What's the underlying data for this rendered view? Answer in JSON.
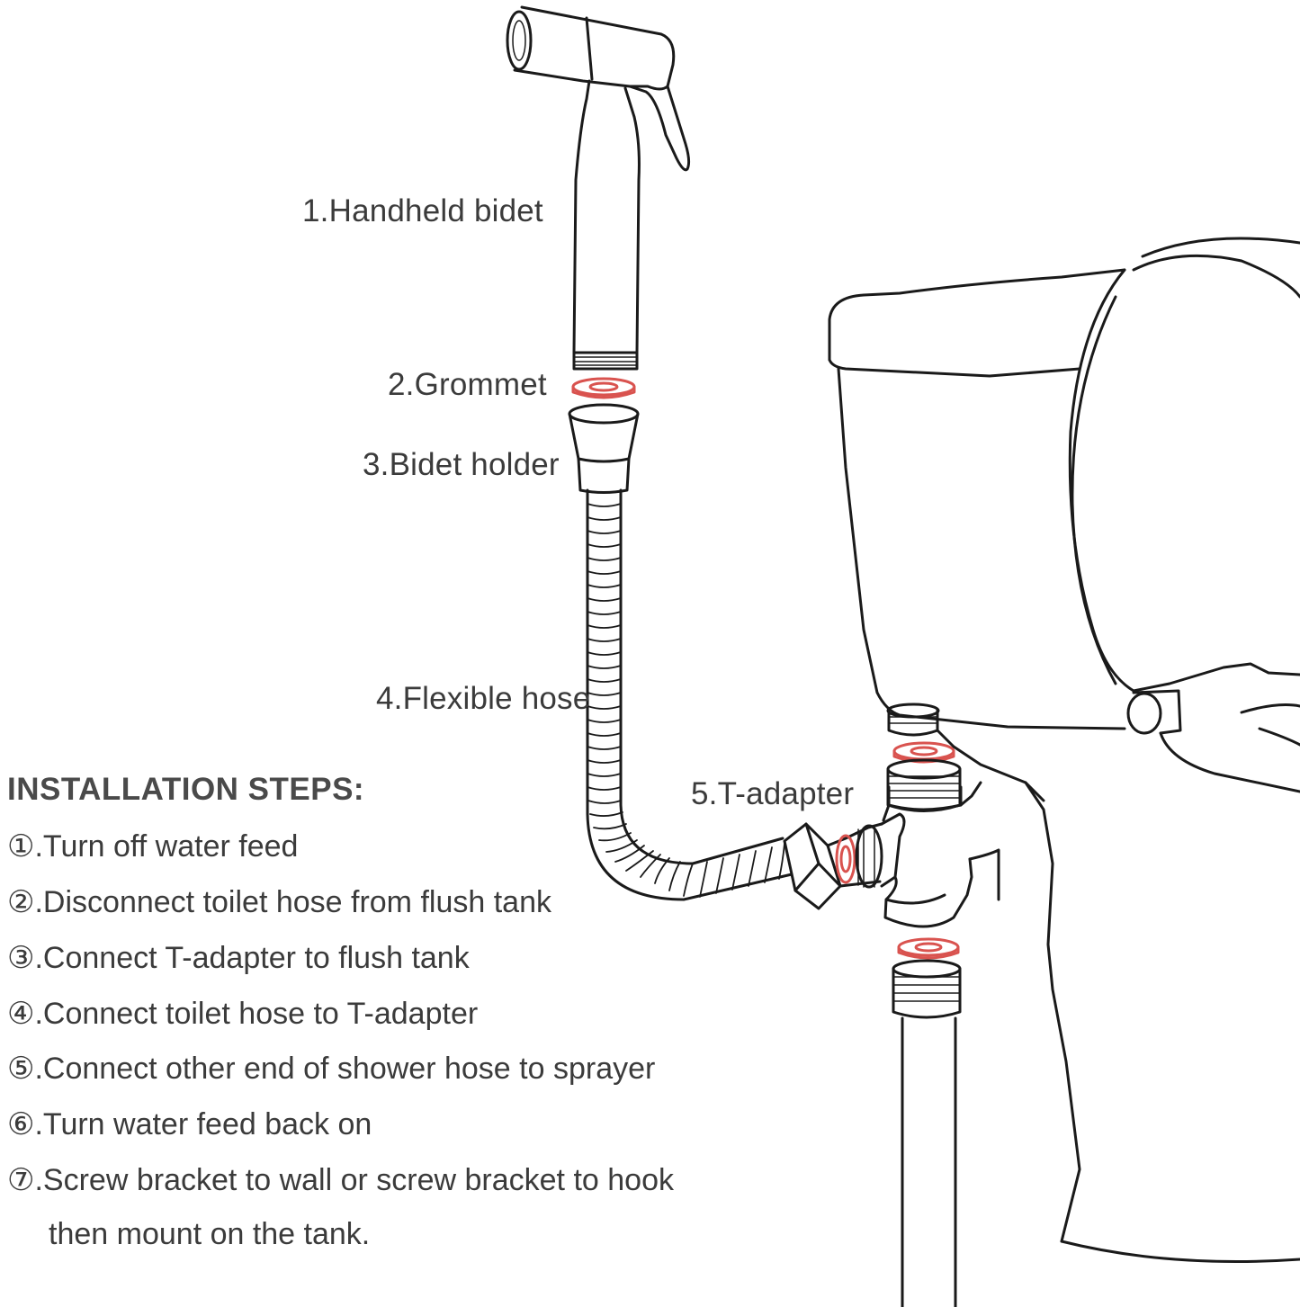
{
  "labels": {
    "part1": "1.Handheld bidet",
    "part2": "2.Grommet",
    "part3": "3.Bidet holder",
    "part4": "4.Flexible hose",
    "part5": "5.T-adapter"
  },
  "installation": {
    "title": "INSTALLATION STEPS:",
    "steps": [
      {
        "marker": "①",
        "text": ".Turn off water feed"
      },
      {
        "marker": "②",
        "text": ".Disconnect toilet hose from flush tank"
      },
      {
        "marker": "③",
        "text": ".Connect T-adapter to flush tank"
      },
      {
        "marker": "④",
        "text": ".Connect toilet hose to T-adapter"
      },
      {
        "marker": "⑤",
        "text": ".Connect other end of shower hose to sprayer"
      },
      {
        "marker": "⑥",
        "text": ".Turn water feed back on"
      },
      {
        "marker": "⑦",
        "text": ".Screw bracket to wall or screw bracket to hook"
      }
    ],
    "continuation": "then mount on the tank."
  },
  "colors": {
    "line": "#1a1a1a",
    "grommet": "#d9534f",
    "text": "#3b3b3b"
  }
}
